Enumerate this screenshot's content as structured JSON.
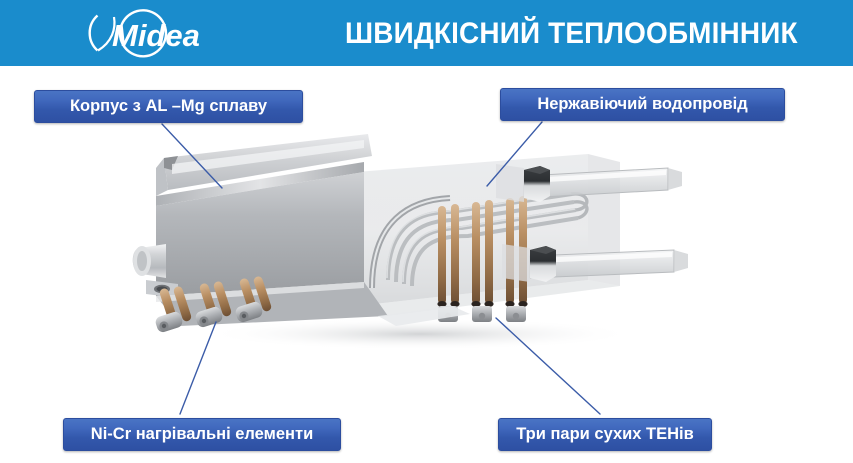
{
  "header": {
    "title": "ШВИДКІСНИЙ ТЕПЛООБМІННИК",
    "logo_text": "Midea",
    "bar_color": "#1a8ccc",
    "title_color": "#ffffff"
  },
  "callouts": [
    {
      "id": "body-alloy",
      "label": "Корпус з AL –Mg сплаву",
      "position": "top-left"
    },
    {
      "id": "stainless-pipe",
      "label": "Нержавіючий водопровід",
      "position": "top-right"
    },
    {
      "id": "heating-elements",
      "label": "Ni-Cr нагрівальні елементи",
      "position": "bottom-left"
    },
    {
      "id": "dry-tens",
      "label": "Три пари сухих ТЕНів",
      "position": "bottom-right"
    }
  ],
  "style": {
    "callout_fill_top": "#4a74c4",
    "callout_fill_bottom": "#2e50a3",
    "callout_border": "#2c4d9e",
    "leader_line_color": "#3b5ca8",
    "background": "#ffffff"
  },
  "illustration": {
    "name": "instant-water-heater-heat-exchanger",
    "alt": "Aluminium-magnesium alloy heat exchanger body with transparent housing, copper Ni-Cr heating elements and two stainless water pipe fittings"
  }
}
